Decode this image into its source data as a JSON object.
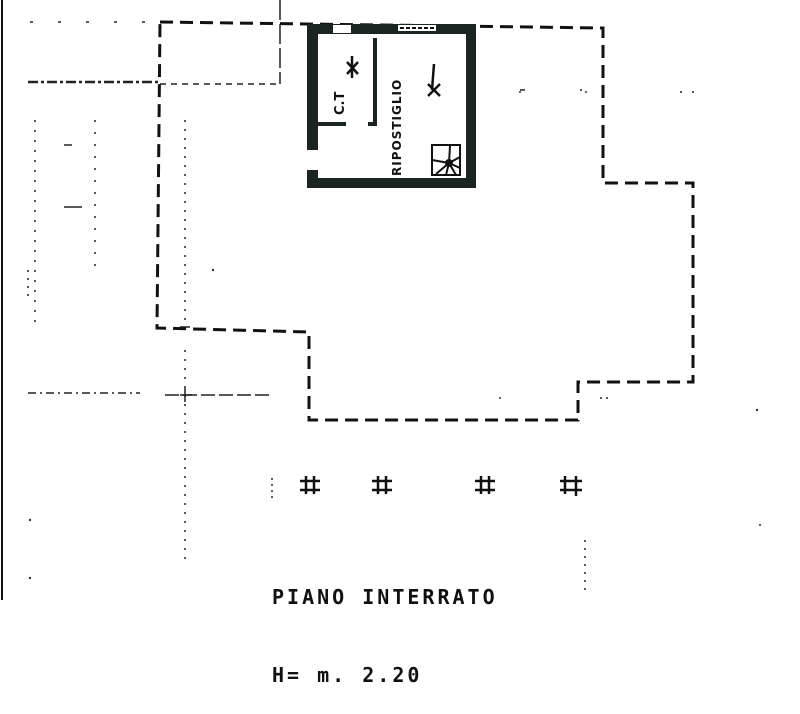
{
  "drawing": {
    "type": "floor-plan",
    "floor_name": "PIANO INTERRATO",
    "height_label": "H= m. 2.20"
  },
  "rooms": [
    {
      "id": "ct",
      "label": "C.T"
    },
    {
      "id": "ripostiglio",
      "label": "RIPOSTIGLIO"
    }
  ],
  "symbols": {
    "light_points": 2,
    "staircase": 1,
    "column_markers": 4
  },
  "colors": {
    "ink": "#111111",
    "wall_fill": "#1a2420",
    "paper": "#ffffff"
  }
}
